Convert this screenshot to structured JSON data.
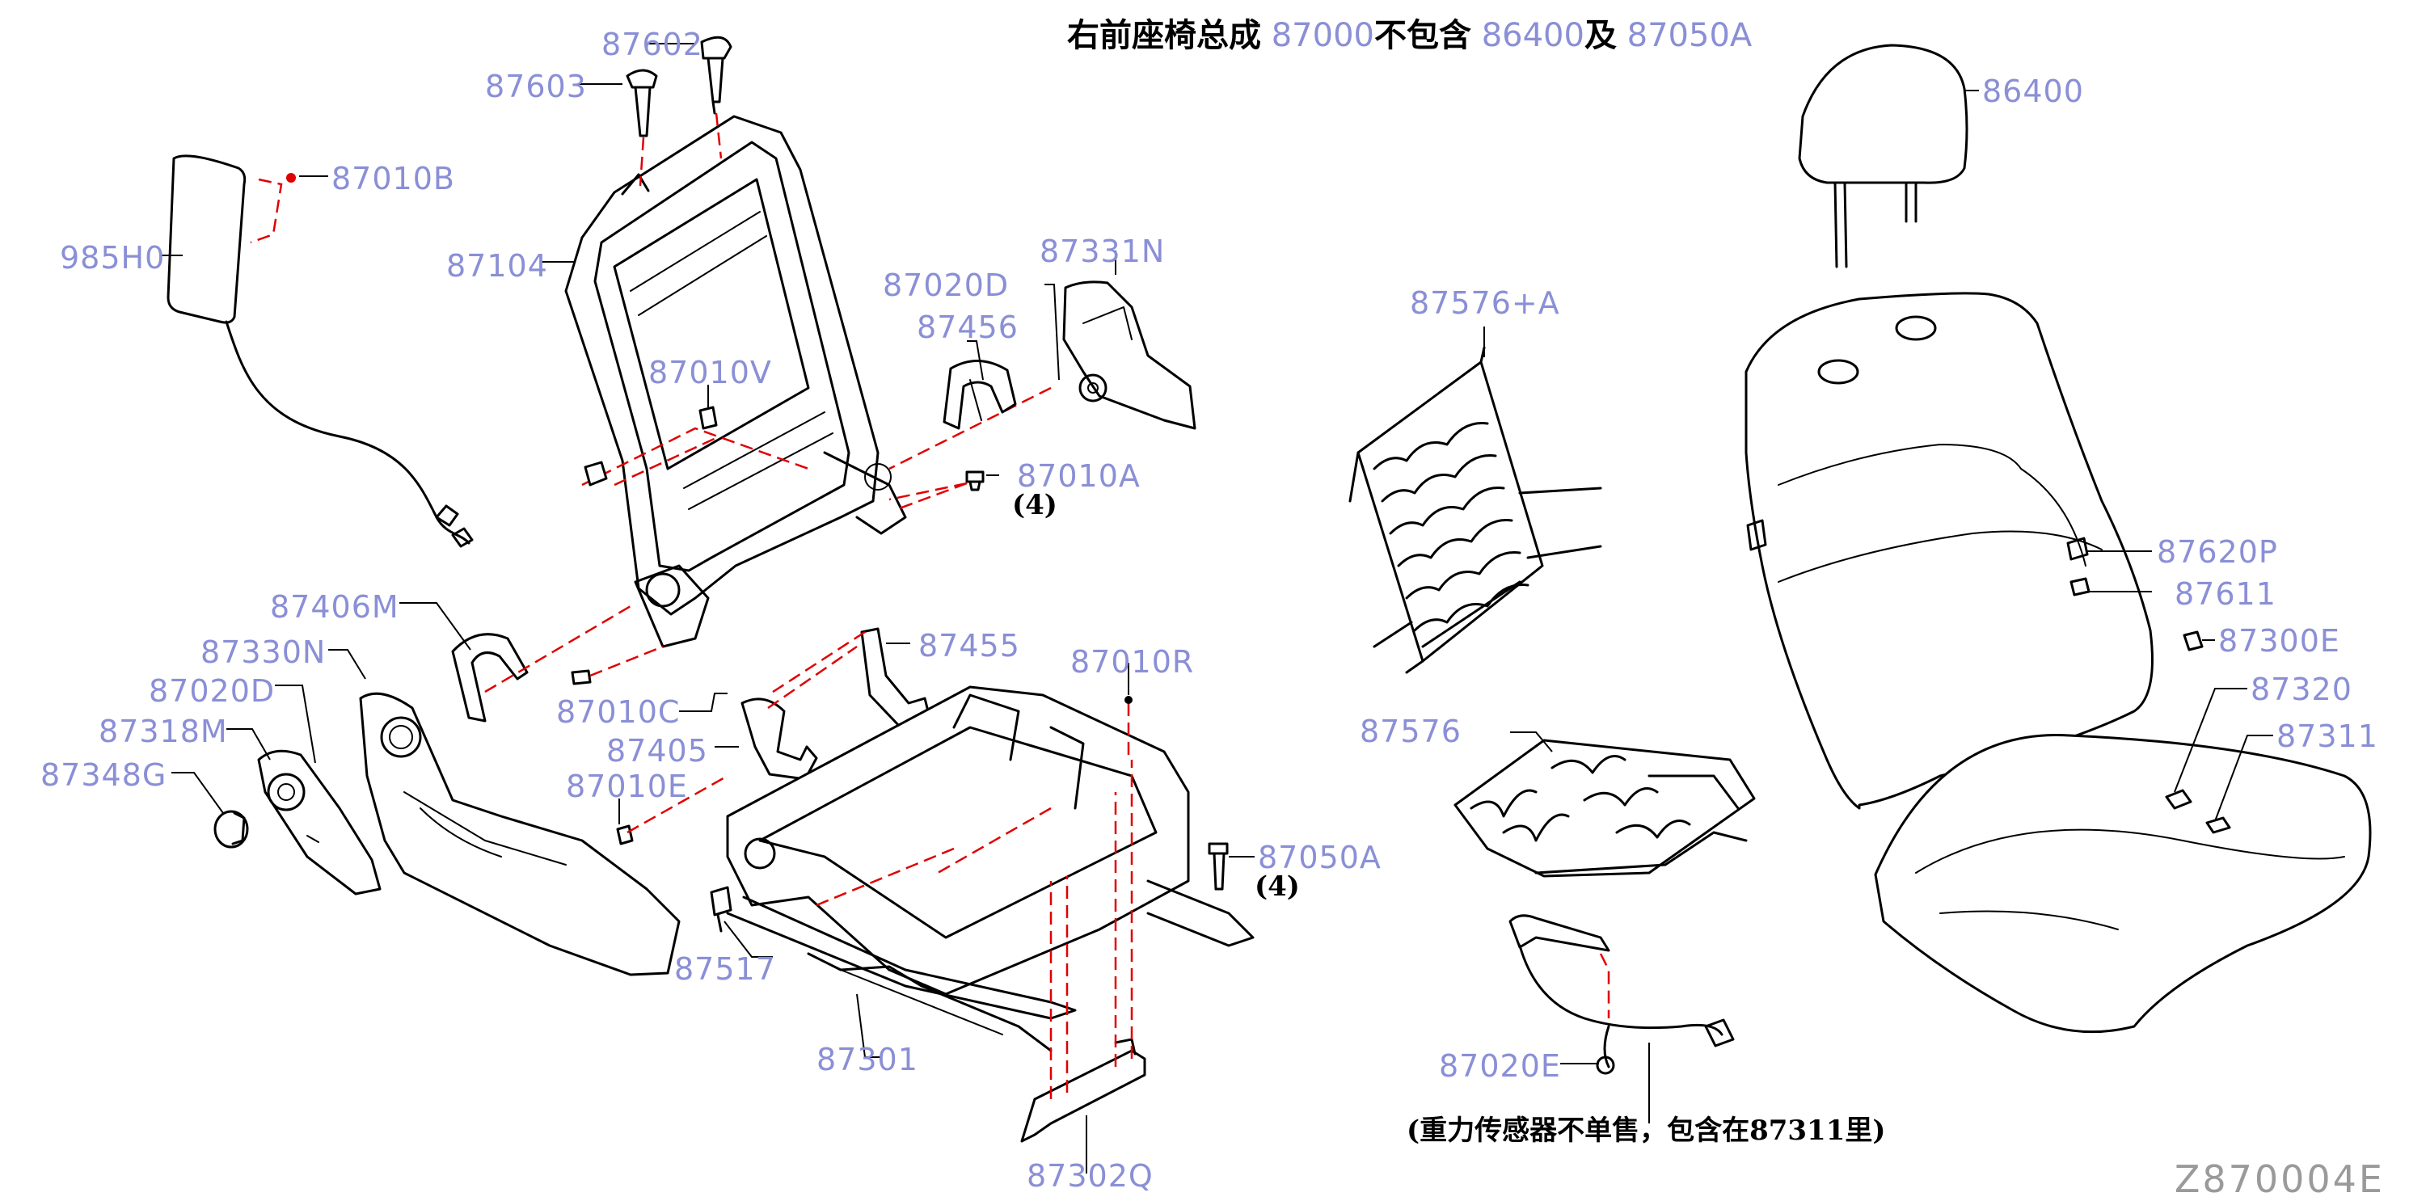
{
  "title": {
    "assembly_text": "右前座椅总成",
    "part_main": "87000",
    "excludes_text": "不包含",
    "part_headrest": "86400",
    "and_text": "及",
    "part_bolt": "87050A"
  },
  "labels": {
    "p87602": "87602",
    "p87603": "87603",
    "p87010B": "87010B",
    "p985H0": "985H0",
    "p87104": "87104",
    "p87331N": "87331N",
    "p87020D_upper": "87020D",
    "p87456": "87456",
    "p87010V": "87010V",
    "p87010A": "87010A",
    "p87010A_qty": "(4)",
    "p87406M": "87406M",
    "p87330N": "87330N",
    "p87020D_lower": "87020D",
    "p87318M": "87318M",
    "p87348G": "87348G",
    "p87010C": "87010C",
    "p87405": "87405",
    "p87010E": "87010E",
    "p87455": "87455",
    "p87010R": "87010R",
    "p87050A": "87050A",
    "p87050A_qty": "(4)",
    "p87517": "87517",
    "p87301": "87301",
    "p87302Q": "87302Q",
    "p87576A": "87576+A",
    "p87576": "87576",
    "p87020E": "87020E",
    "p86400": "86400",
    "p87620P": "87620P",
    "p87611": "87611",
    "p87300E": "87300E",
    "p87320": "87320",
    "p87311": "87311"
  },
  "sensor_note": "(重力传感器不单售，包含在87311里)",
  "diagram_code": "Z870004E",
  "colors": {
    "label": "#8a8fd6",
    "linework": "#000000",
    "hidden_line": "#e00000"
  }
}
